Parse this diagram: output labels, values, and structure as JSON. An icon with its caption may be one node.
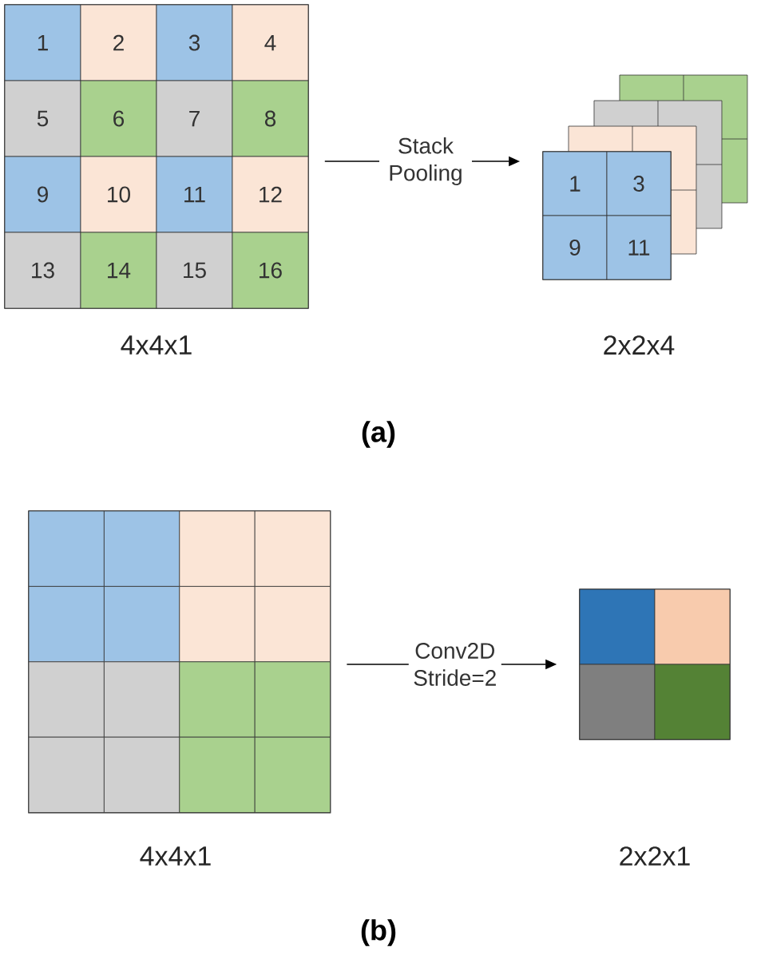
{
  "diagram": {
    "nodes": [
      {
        "text": [
          "1",
          "2",
          "3",
          "4",
          "5",
          "6",
          "7",
          "8",
          "9",
          "10",
          "11",
          "12",
          "13",
          "14",
          "15",
          "16"
        ],
        "beside": [
          "4x4x1"
        ]
      },
      {
        "text": [
          "1",
          "3",
          "9",
          "11"
        ],
        "beside": [
          "2x2x4"
        ]
      },
      {
        "text": [],
        "shape": "box",
        "beside": [
          "4x4x1"
        ]
      },
      {
        "text": [],
        "shape": "box",
        "beside": [
          "2x2x1"
        ]
      }
    ],
    "edges": [
      {
        "from": 0,
        "to": 1,
        "arrow": "to",
        "label": "Stack Pooling"
      },
      {
        "from": 2,
        "to": 3,
        "arrow": "to",
        "label": "Conv2D Stride=2"
      }
    ],
    "labels": [
      "(a)",
      "(b)"
    ]
  }
}
